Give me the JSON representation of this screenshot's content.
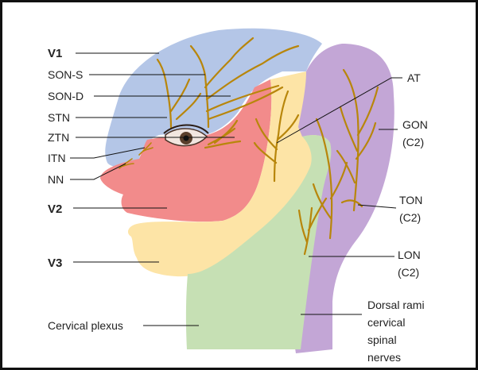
{
  "diagram": {
    "labels": {
      "v1": "V1",
      "son_s": "SON-S",
      "son_d": "SON-D",
      "stn": "STN",
      "ztn": "ZTN",
      "itn": "ITN",
      "nn": "NN",
      "v2": "V2",
      "v3": "V3",
      "cervical_plexus": "Cervical plexus",
      "at": "AT",
      "gon_1": "GON",
      "gon_2": "(C2)",
      "ton_1": "TON",
      "ton_2": "(C2)",
      "lon_1": "LON",
      "lon_2": "(C2)",
      "dorsal_1": "Dorsal rami",
      "dorsal_2": "cervical",
      "dorsal_3": "spinal",
      "dorsal_4": "nerves"
    },
    "colors": {
      "v1_region": "#b4c6e7",
      "v2_region": "#f28b8b",
      "v3_region": "#fde4a6",
      "cervical_region": "#c6e0b4",
      "dorsal_region": "#c3a6d6",
      "nerve": "#b8860b"
    }
  }
}
